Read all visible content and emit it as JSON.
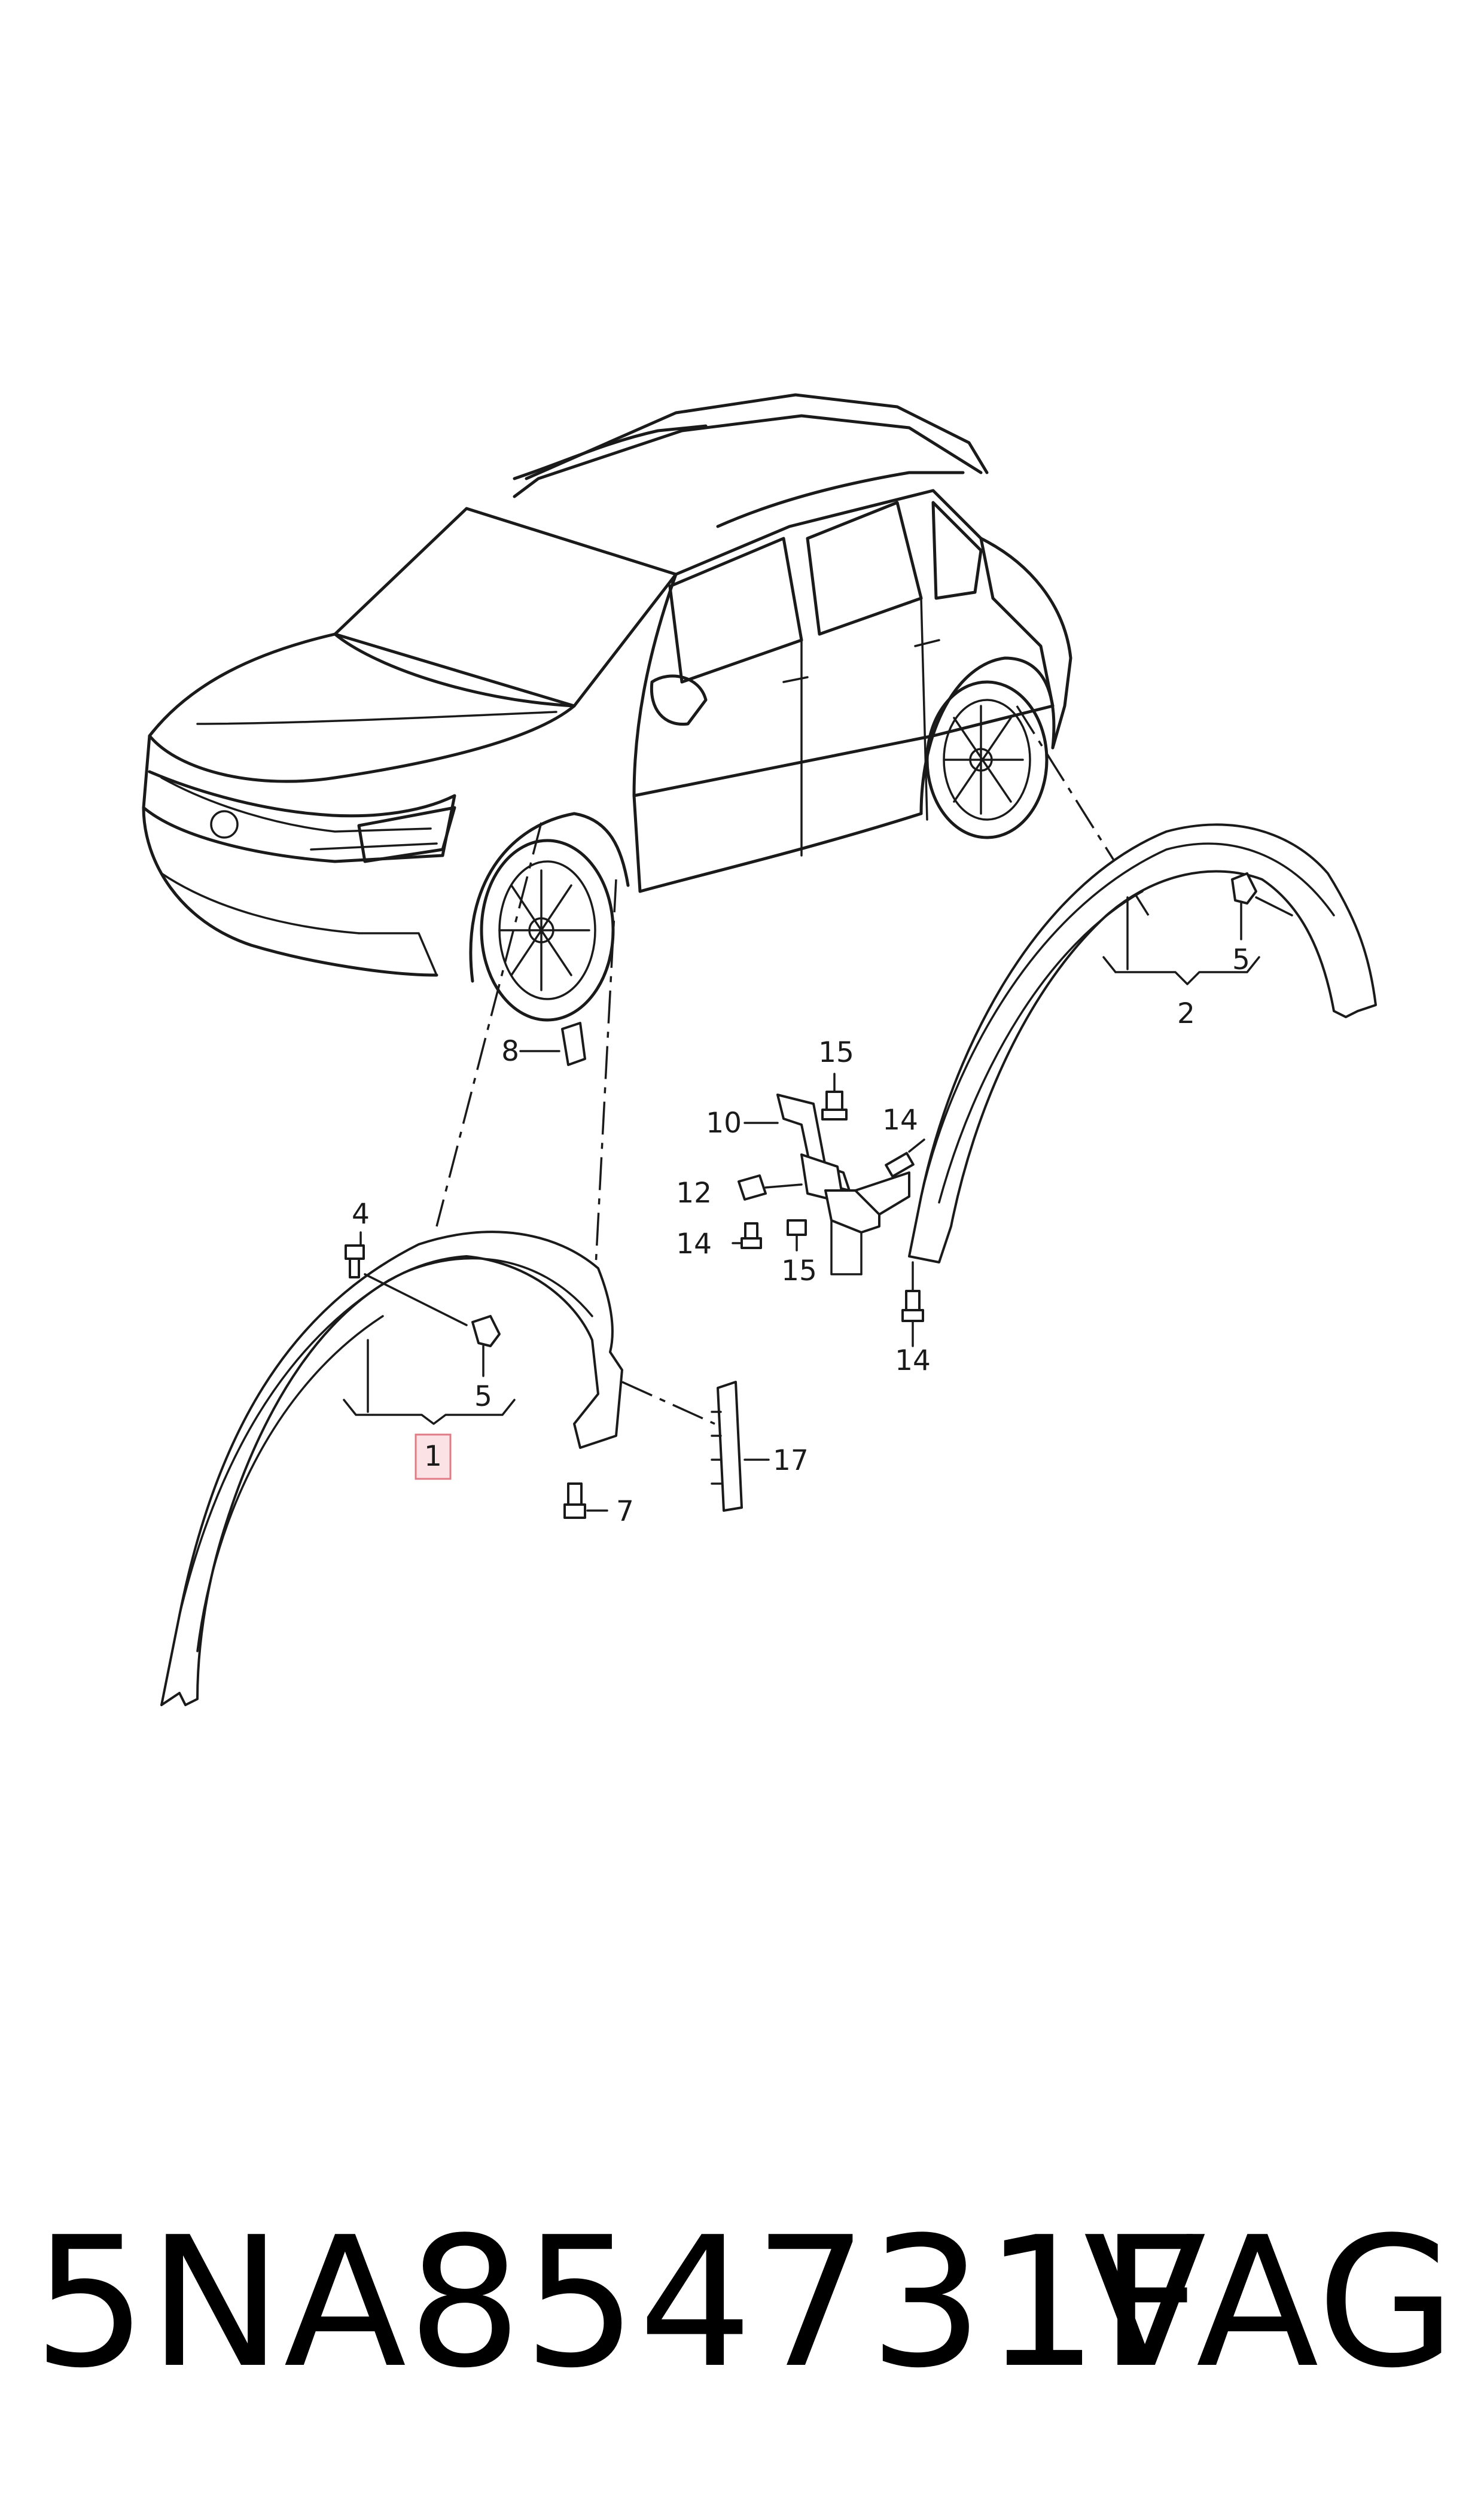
{
  "diagram": {
    "callouts": {
      "c1": "1",
      "c2": "2",
      "c4": "4",
      "c5a": "5",
      "c5b": "5",
      "c7": "7",
      "c8": "8",
      "c10": "10",
      "c12": "12",
      "c14a": "14",
      "c14b": "14",
      "c14c": "14",
      "c15a": "15",
      "c15b": "15",
      "c17": "17"
    },
    "highlighted_callout": "1",
    "highlight_color": "#fbe3e5"
  },
  "footer": {
    "part_number": "5NA854731F",
    "brand": "VAG"
  }
}
